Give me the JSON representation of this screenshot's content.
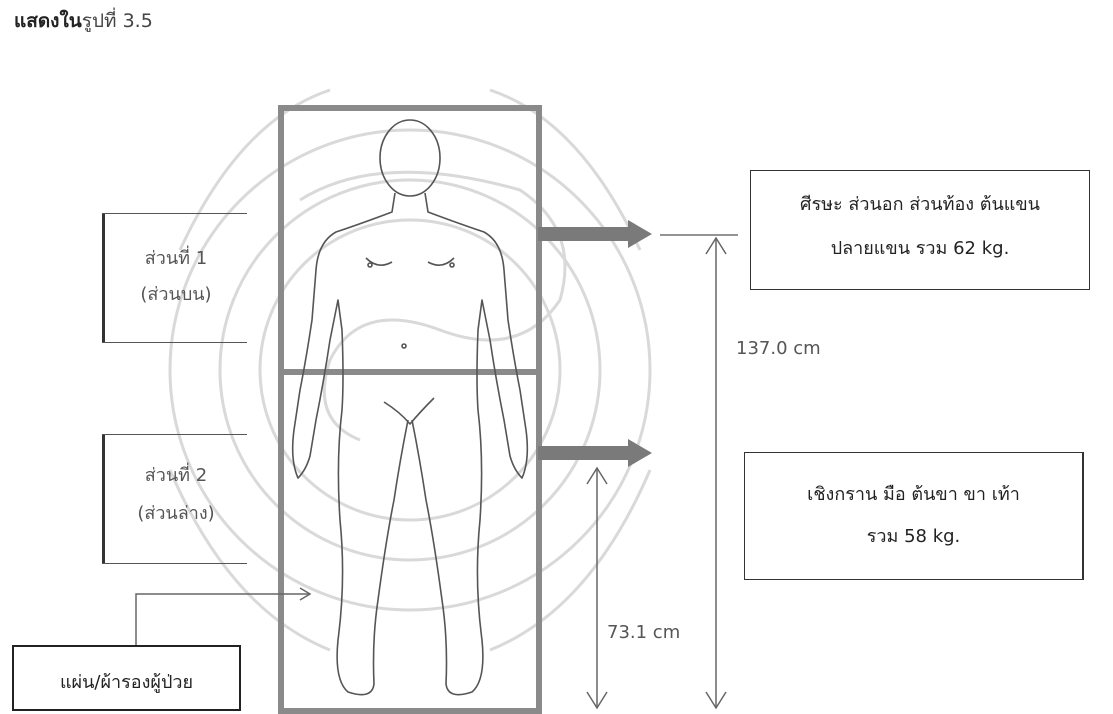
{
  "heading": {
    "bold_part": "แสดงใน",
    "normal_part": "รูปที่ 3.5"
  },
  "left_labels": {
    "part1_line1": "ส่วนที่  1",
    "part1_line2": "(ส่วนบน)",
    "part2_line1": "ส่วนที่ 2",
    "part2_line2": "(ส่วนล่าง)",
    "mat": "แผ่น/ผ้ารองผู้ป่วย"
  },
  "right_labels": {
    "upper_line1": "ศีรษะ ส่วนอก ส่วนท้อง ต้นแขน",
    "upper_line2": "ปลายแขน รวม 62 kg.",
    "lower_line1": "เชิงกราน มือ ต้นขา ขา เท้า",
    "lower_line2": "รวม 58 kg."
  },
  "measurements": {
    "total_height": "137.0 cm",
    "lower_height": "73.1 cm"
  },
  "colors": {
    "frame": "#8a8a8a",
    "arrow": "#7a7a7a",
    "text": "#333333",
    "watermark": "#d9d9d9"
  }
}
